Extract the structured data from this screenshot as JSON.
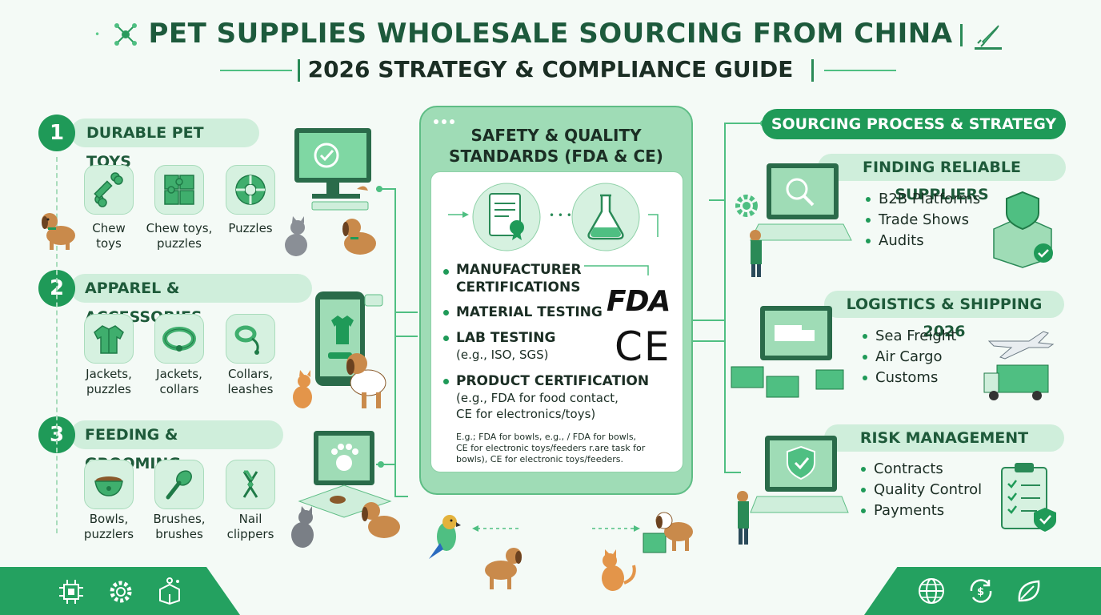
{
  "header": {
    "title": "PET SUPPLIES WHOLESALE SOURCING FROM CHINA",
    "subtitle": "2026 STRATEGY & COMPLIANCE GUIDE",
    "divider": "|"
  },
  "left": {
    "sections": [
      {
        "number": "1",
        "title": "DURABLE PET TOYS",
        "items": [
          {
            "icon": "bone-icon",
            "line1": "Chew",
            "line2": "toys"
          },
          {
            "icon": "puzzle-icon",
            "line1": "Chew toys,",
            "line2": "puzzles"
          },
          {
            "icon": "puzzle-ball-icon",
            "line1": "Puzzles",
            "line2": ""
          }
        ]
      },
      {
        "number": "2",
        "title": "APPAREL & ACCESSORIES",
        "items": [
          {
            "icon": "jacket-icon",
            "line1": "Jackets,",
            "line2": "puzzles"
          },
          {
            "icon": "collar-icon",
            "line1": "Jackets,",
            "line2": "collars"
          },
          {
            "icon": "leash-icon",
            "line1": "Collars,",
            "line2": "leashes"
          }
        ]
      },
      {
        "number": "3",
        "title": "FEEDING & GROOMING",
        "items": [
          {
            "icon": "bowl-icon",
            "line1": "Bowls,",
            "line2": "puzzlers"
          },
          {
            "icon": "brush-icon",
            "line1": "Brushes,",
            "line2": "brushes"
          },
          {
            "icon": "clipper-icon",
            "line1": "Nail",
            "line2": "clippers"
          }
        ]
      }
    ]
  },
  "center": {
    "title_line1": "SAFETY & QUALITY",
    "title_line2": "STANDARDS (FDA & CE)",
    "bullets": [
      {
        "head1": "MANUFACTURER",
        "head2": "CERTIFICATIONS",
        "sub1": "",
        "sub2": ""
      },
      {
        "head1": "MATERIAL TESTING",
        "head2": "",
        "sub1": "",
        "sub2": ""
      },
      {
        "head1": "LAB TESTING",
        "head2": "",
        "sub1": "(e.g., ISO, SGS)",
        "sub2": ""
      },
      {
        "head1": "PRODUCT CERTIFICATION",
        "head2": "",
        "sub1": "(e.g., FDA for food contact,",
        "sub2": "CE for electronics/toys)"
      }
    ],
    "fine_print": [
      "E.g.; FDA for bowls, e.g., / FDA for bowls,",
      "CE for electronic toys/feeders r.are task for",
      "bowls), CE for electronic toys/feeders."
    ],
    "logos": {
      "fda": "FDA",
      "ce": "CE"
    }
  },
  "right": {
    "main_title": "SOURCING PROCESS & STRATEGY",
    "sections": [
      {
        "title": "FINDING RELIABLE SUPPLIERS",
        "items": [
          "B2B Platforms",
          "Trade Shows",
          "Audits"
        ]
      },
      {
        "title": "LOGISTICS & SHIPPING 2026",
        "items": [
          "Sea Freight",
          "Air Cargo",
          "Customs"
        ]
      },
      {
        "title": "RISK MANAGEMENT",
        "items": [
          "Contracts",
          "Quality Control",
          "Payments"
        ]
      }
    ]
  },
  "colors": {
    "primary": "#1f9a58",
    "pill": "#cfeedb",
    "title": "#1d5a3c",
    "background": "#f4faf6"
  }
}
